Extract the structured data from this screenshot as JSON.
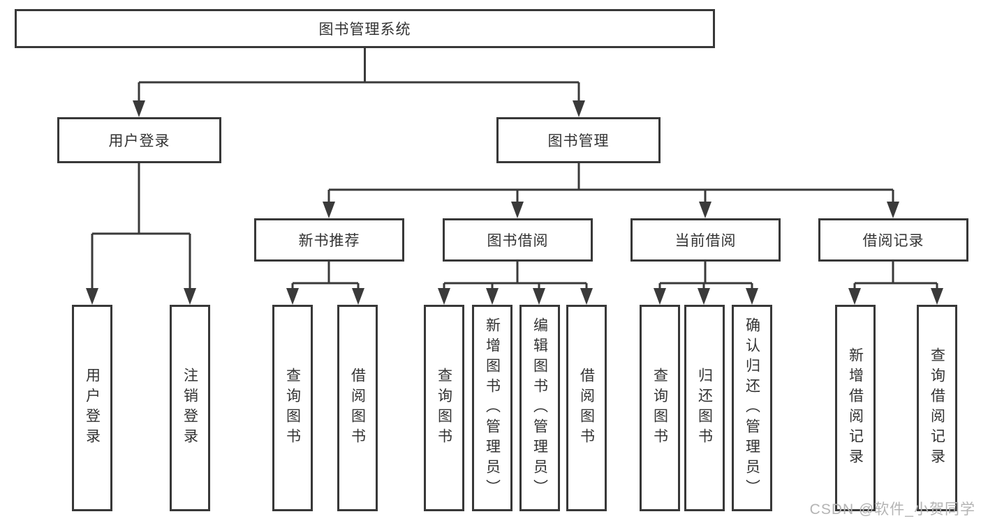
{
  "diagram": {
    "root": "图书管理系统",
    "level2": [
      "用户登录",
      "图书管理"
    ],
    "level3": [
      "新书推荐",
      "图书借阅",
      "当前借阅",
      "借阅记录"
    ],
    "leaves": {
      "user_login": [
        "用户登录",
        "注销登录"
      ],
      "new_books": [
        "查询图书",
        "借阅图书"
      ],
      "book_borrowing": [
        "查询图书",
        "新增图书（管理员）",
        "编辑图书（管理员）",
        "借阅图书"
      ],
      "current_borrowing": [
        "查询图书",
        "归还图书",
        "确认归还（管理员）"
      ],
      "borrowing_records": [
        "新增借阅记录",
        "查询借阅记录"
      ]
    }
  },
  "watermark": "CSDN @软件_小贺同学",
  "colors": {
    "line": "#3a3a3a",
    "border": "#383838",
    "text": "#333333",
    "watermark": "#b4b4b4",
    "background": "#ffffff"
  }
}
